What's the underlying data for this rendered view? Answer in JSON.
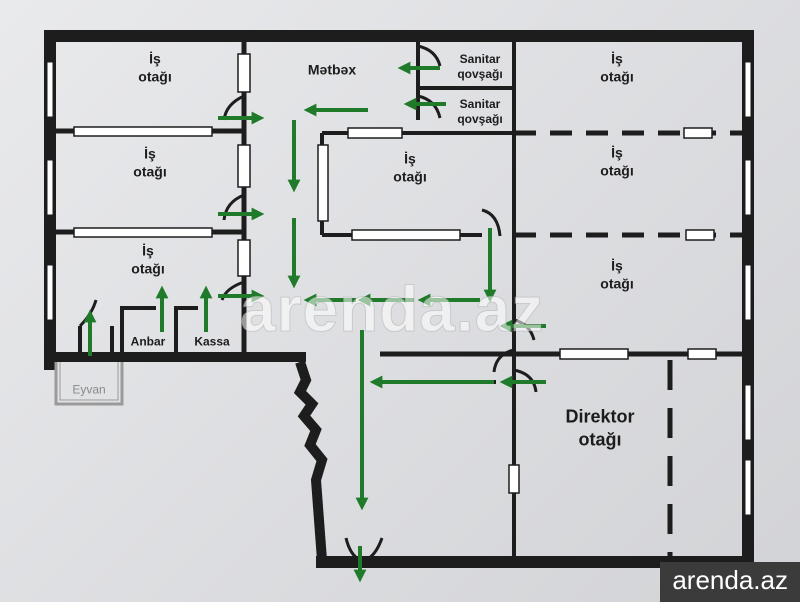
{
  "rooms": {
    "office_nw": [
      "İş",
      "otağı"
    ],
    "office_w_mid": [
      "İş",
      "otağı"
    ],
    "office_w_low": [
      "İş",
      "otağı"
    ],
    "office_center": [
      "İş",
      "otağı"
    ],
    "office_ne": [
      "İş",
      "otağı"
    ],
    "office_e_mid": [
      "İş",
      "otağı"
    ],
    "office_e_low": [
      "İş",
      "otağı"
    ],
    "kitchen": "Mətbəx",
    "wc_1": [
      "Sanitar",
      "qovşağı"
    ],
    "wc_2": [
      "Sanitar",
      "qovşağı"
    ],
    "storage": "Anbar",
    "cashier": "Kassa",
    "balcony": "Eyvan",
    "director": [
      "Direktor",
      "otağı"
    ]
  },
  "watermark": "arenda.az",
  "badge": "arenda.az",
  "colors": {
    "wall": "#1d1d1d",
    "arrow": "#1f7a2a",
    "background": "#dfe0e2"
  }
}
